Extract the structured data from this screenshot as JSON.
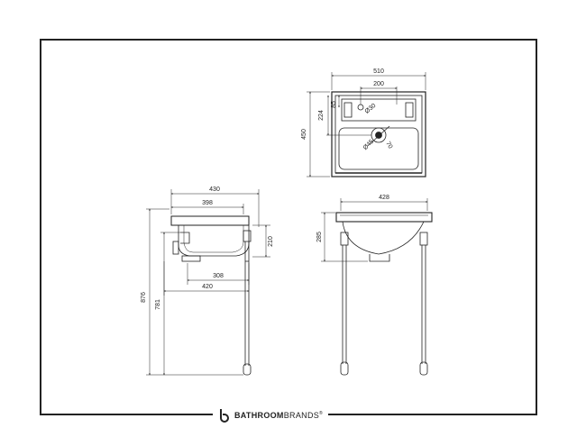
{
  "dimensions": {
    "plan_width": "510",
    "plan_tap_spacing": "200",
    "plan_overflow_offset": "85",
    "plan_waste_offset": "224",
    "plan_depth": "450",
    "plan_tap_hole": "Ø30",
    "plan_waste_hole": "Ø45",
    "plan_waste_dim": "70",
    "side_top_width": "430",
    "side_basin_width": "398",
    "side_basin_height": "210",
    "side_waste_projection": "308",
    "side_leg_depth": "420",
    "side_total_height": "876",
    "side_leg_height": "781",
    "front_width": "428",
    "front_basin_height": "285"
  },
  "brand": {
    "name_part1": "BATHROOM",
    "name_part2": "BRANDS",
    "mark": "®",
    "logo_icon": "bathroom-brands-logo-icon"
  }
}
